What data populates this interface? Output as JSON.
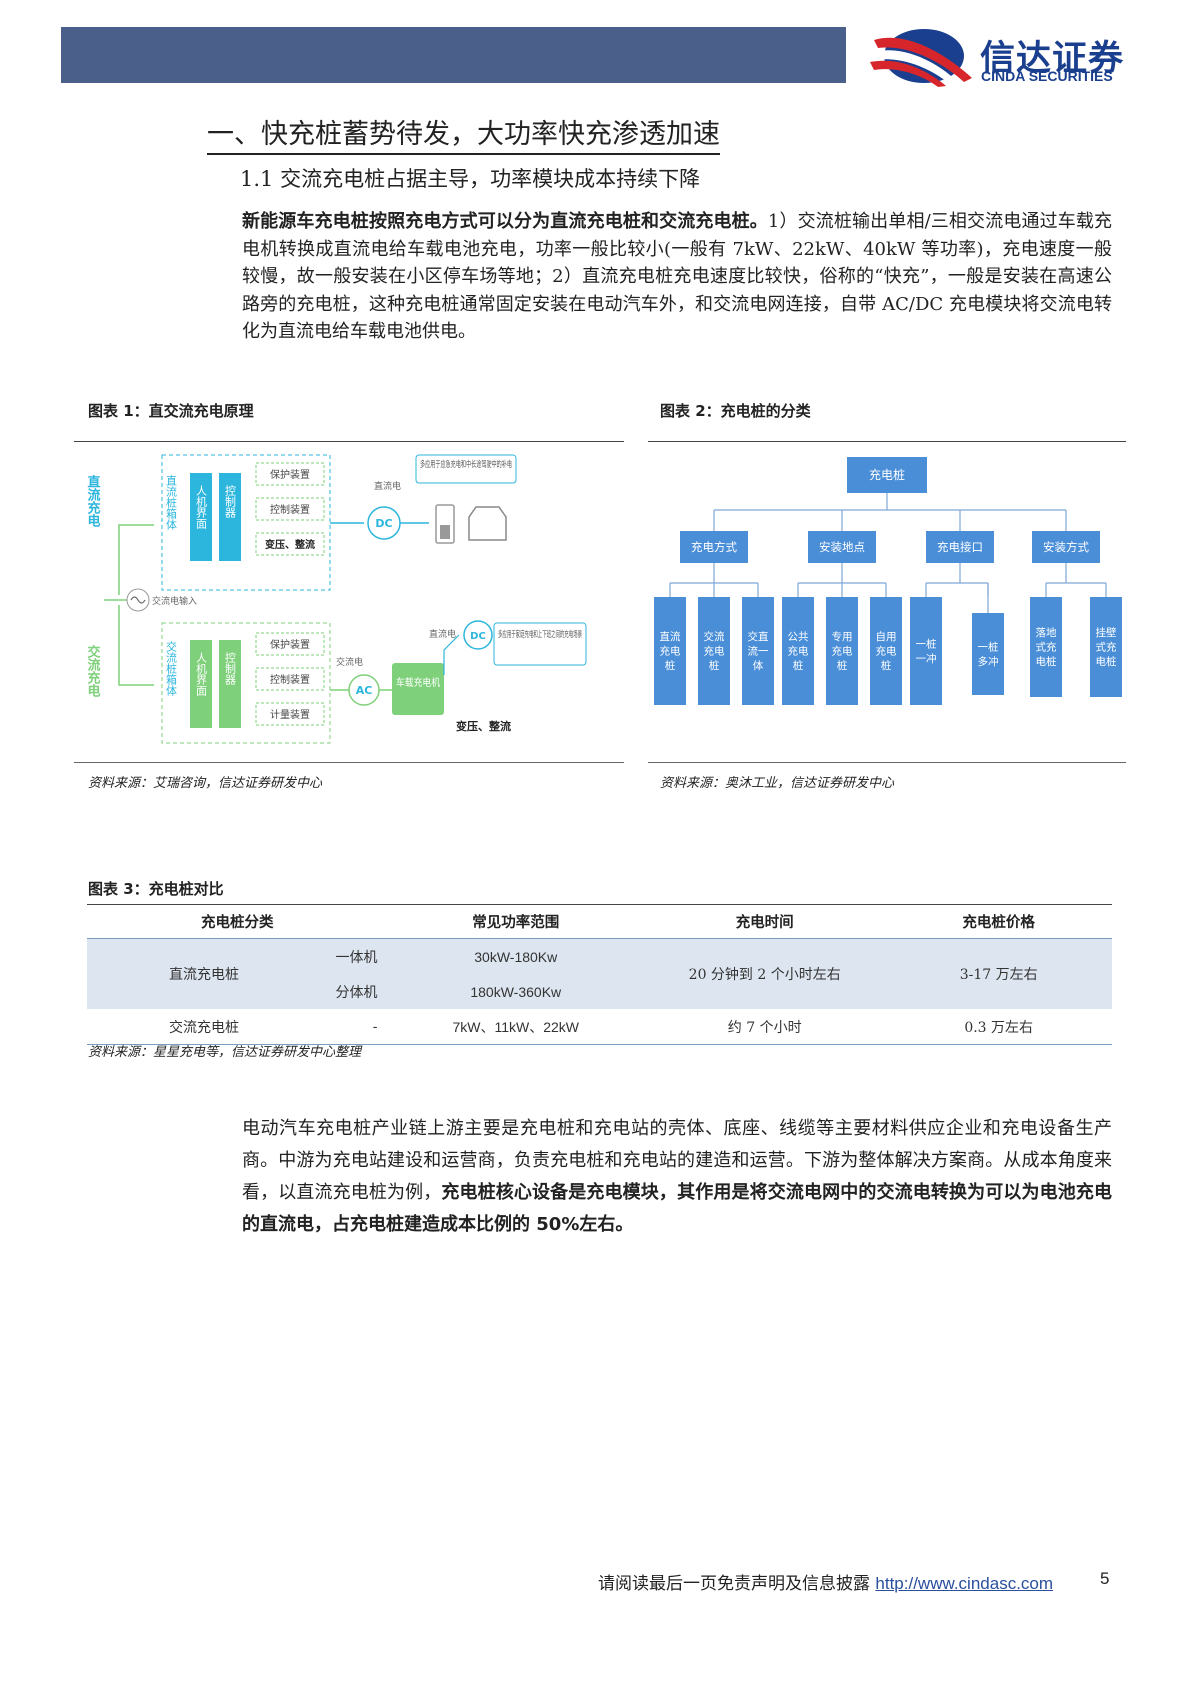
{
  "header": {
    "logo_cn": "信达证券",
    "logo_en": "CINDA SECURITIES",
    "logo_red": "#d7262b",
    "logo_blue": "#1b3f8f",
    "bar_color": "#4a5f8a"
  },
  "section_title": "一、快充桩蓄势待发，大功率快充渗透加速",
  "sub_title": "1.1  交流充电桩占据主导，功率模块成本持续下降",
  "para1": {
    "bold": "新能源车充电桩按照充电方式可以分为直流充电桩和交流充电桩。",
    "rest": "1）交流桩输出单相/三相交流电通过车载充电机转换成直流电给车载电池充电，功率一般比较小(一般有 7kW、22kW、40kW 等功率)，充电速度一般较慢，故一般安装在小区停车场等地；2）直流充电桩充电速度比较快，俗称的“快充”，一般是安装在高速公路旁的充电桩，这种充电桩通常固定安装在电动汽车外，和交流电网连接，自带 AC/DC 充电模块将交流电转化为直流电给车载电池供电。"
  },
  "fig1": {
    "title": "图表 1：直交流充电原理",
    "source": "资料来源：艾瑞咨询，信达证券研发中心",
    "dc_label": "直流充电",
    "ac_label": "交流充电",
    "dc_box": "直流桩箱体",
    "ac_box": "交流桩箱体",
    "hmi": "人机界面",
    "ctrl": "控制器",
    "dc_items": [
      "保护装置",
      "控制装置",
      "变压、整流"
    ],
    "ac_items": [
      "保护装置",
      "控制装置",
      "计量装置"
    ],
    "input_label": "交流电输入",
    "dc_out": "直流电",
    "ac_out": "交流电",
    "dc_out2": "直流电",
    "dc": "DC",
    "ac": "AC",
    "onboard": "车载充电机",
    "note_dc": "多应用于应急充电和中长途驾驶中的补电",
    "note_ac": "多应用于家庭充电和上下班之间的充电场景",
    "rectify": "变压、整流",
    "accent": "#2cb6dd"
  },
  "fig2": {
    "title": "图表 2：充电桩的分类",
    "source": "资料来源：奥沐工业，信达证券研发中心",
    "root": "充电桩",
    "groups": [
      {
        "label": "充电方式",
        "children": [
          "直流充电桩",
          "交流充电桩",
          "交直流一体"
        ]
      },
      {
        "label": "安装地点",
        "children": [
          "公共充电桩",
          "专用充电桩",
          "自用充电桩"
        ]
      },
      {
        "label": "充电接口",
        "children": [
          "一桩一冲",
          "一桩多冲"
        ]
      },
      {
        "label": "安装方式",
        "children": [
          "落地式充电桩",
          "挂壁式充电桩"
        ]
      }
    ],
    "box_color": "#4a8ed8"
  },
  "fig3": {
    "title": "图表 3：充电桩对比",
    "source": "资料来源：星星充电等，信达证券研发中心整理",
    "headers": [
      "充电桩分类",
      "常见功率范围",
      "充电时间",
      "充电桩价格"
    ],
    "dc": {
      "name": "直流充电桩",
      "sub1": "一体机",
      "sub2": "分体机",
      "power1": "30kW-180Kw",
      "power2": "180kW-360Kw",
      "time": "20 分钟到 2 个小时左右",
      "price": "3-17 万左右"
    },
    "ac": {
      "name": "交流充电桩",
      "sub": "-",
      "power": "7kW、11kW、22kW",
      "time": "约 7 个小时",
      "price": "0.3 万左右"
    }
  },
  "para2": {
    "normal": "电动汽车充电桩产业链上游主要是充电桩和充电站的壳体、底座、线缆等主要材料供应企业和充电设备生产商。中游为充电站建设和运营商，负责充电桩和充电站的建造和运营。下游为整体解决方案商。从成本角度来看，以直流充电桩为例，",
    "bold": "充电桩核心设备是充电模块，其作用是将交流电网中的交流电转换为可以为电池充电的直流电，占充电桩建造成本比例的 50%左右。"
  },
  "footer": {
    "text": "请阅读最后一页免责声明及信息披露 ",
    "link": "http://www.cindasc.com",
    "page": "5"
  }
}
